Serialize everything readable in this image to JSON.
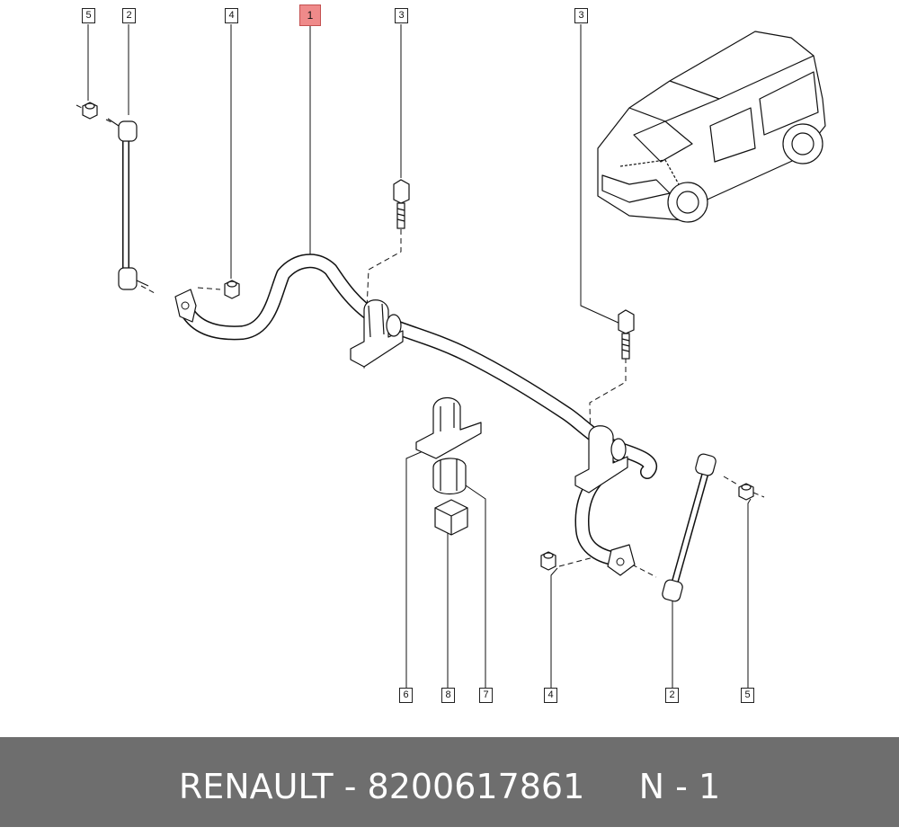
{
  "callouts": {
    "top": [
      "5",
      "2",
      "4",
      "1",
      "3",
      "3"
    ],
    "bottom": [
      "6",
      "8",
      "7",
      "4",
      "2",
      "5"
    ]
  },
  "footer": {
    "brand": "RENAULT",
    "part_number": "8200617861",
    "page": "N - 1",
    "text": "RENAULT - 8200617861     N - 1"
  },
  "colors": {
    "footer_bg": "#6e6e6e",
    "highlight": "#ef8a8a"
  }
}
